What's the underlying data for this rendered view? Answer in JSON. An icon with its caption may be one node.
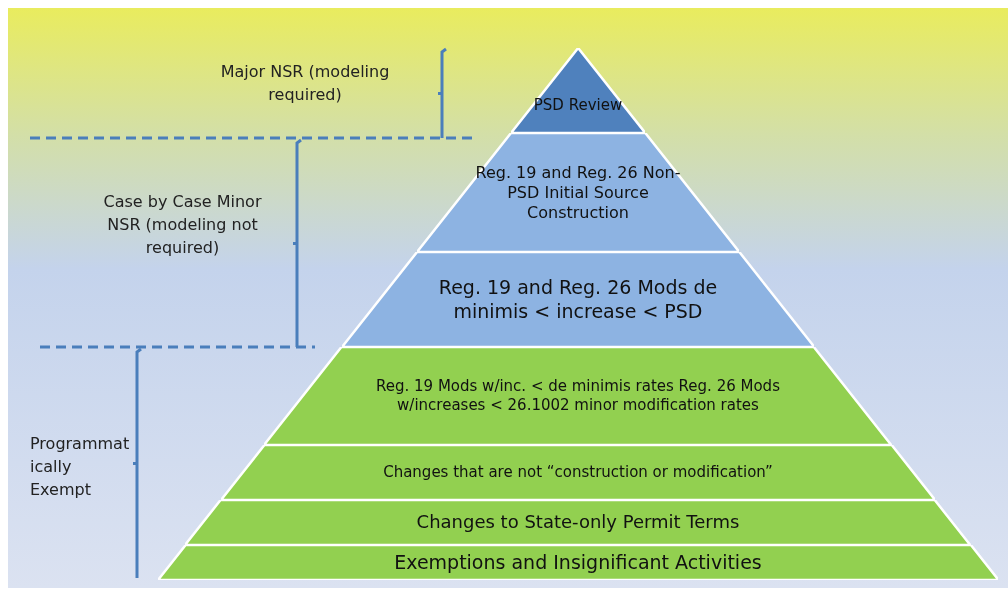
{
  "diagram": {
    "nodes": [
      {
        "text": [
          "PSD Review"
        ]
      },
      {
        "text": [
          "Reg. 19 and Reg. 26 Non-PSD Initial Source Construction"
        ]
      },
      {
        "text": [
          "Reg. 19 and Reg. 26 Mods de minimis < increase < PSD"
        ]
      },
      {
        "text": [
          "Reg. 19 Mods w/inc. < de minimis rates Reg. 26 Mods w/increases < 26.1002 minor modification rates"
        ]
      },
      {
        "text": [
          "Changes that are not “construction or modification”"
        ]
      },
      {
        "text": [
          "Changes to State-only Permit Terms"
        ]
      },
      {
        "text": [
          "Exemptions and Insignificant Activities"
        ]
      }
    ],
    "edges": [],
    "labels": [
      "Major NSR (modeling required)",
      "Case by Case Minor NSR (modeling not required)",
      "Programmatically Exempt"
    ]
  }
}
